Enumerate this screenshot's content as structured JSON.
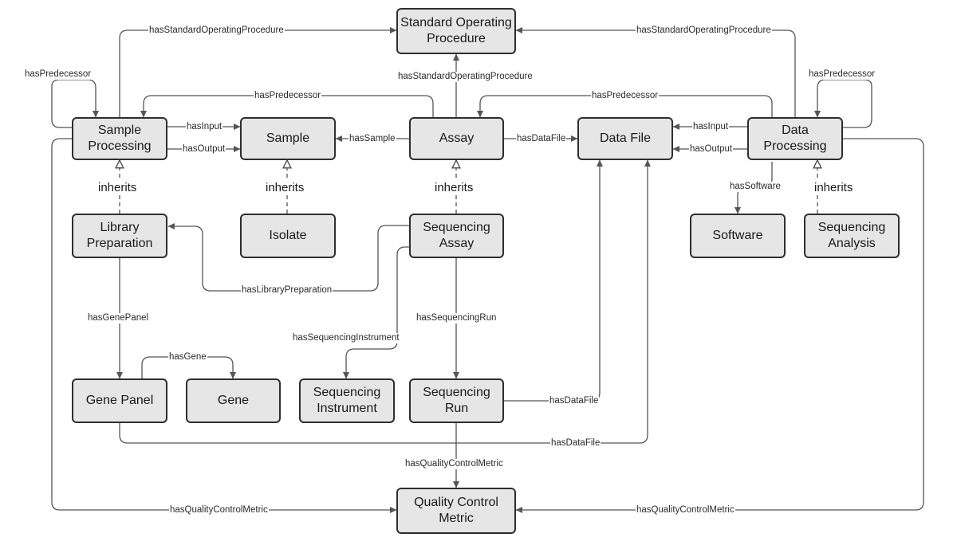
{
  "nodes": {
    "sop": "Standard Operating\nProcedure",
    "sample_processing": "Sample\nProcessing",
    "sample": "Sample",
    "assay": "Assay",
    "data_file": "Data File",
    "data_processing": "Data\nProcessing",
    "library_preparation": "Library\nPreparation",
    "isolate": "Isolate",
    "sequencing_assay": "Sequencing\nAssay",
    "software": "Software",
    "sequencing_analysis": "Sequencing\nAnalysis",
    "gene_panel": "Gene Panel",
    "gene": "Gene",
    "sequencing_instrument": "Sequencing\nInstrument",
    "sequencing_run": "Sequencing\nRun",
    "qc_metric": "Quality Control\nMetric"
  },
  "edges": {
    "sp_sop": "hasStandardOperatingProcedure",
    "dp_sop": "hasStandardOperatingProcedure",
    "assay_sop": "hasStandardOperatingProcedure",
    "sp_pred_self": "hasPredecessor",
    "dp_pred_self": "hasPredecessor",
    "assay_pred_sp": "hasPredecessor",
    "dp_pred_assay": "hasPredecessor",
    "sp_input": "hasInput",
    "sp_output": "hasOutput",
    "assay_sample": "hasSample",
    "assay_datafile": "hasDataFile",
    "dp_input": "hasInput",
    "dp_output": "hasOutput",
    "inherits_lp": "inherits",
    "inherits_isolate": "inherits",
    "inherits_sa": "inherits",
    "dp_software": "hasSoftware",
    "inherits_seqan": "inherits",
    "sa_libprep": "hasLibraryPreparation",
    "lp_genepanel": "hasGenePanel",
    "gp_gene": "hasGene",
    "sa_instrument": "hasSequencingInstrument",
    "sa_run": "hasSequencingRun",
    "run_datafile": "hasDataFile",
    "gp_datafile": "hasDataFile",
    "run_qc": "hasQualityControlMetric",
    "sp_qc": "hasQualityControlMetric",
    "dp_qc": "hasQualityControlMetric"
  },
  "colors": {
    "node_fill": "#e6e6e6",
    "node_border": "#2e2e2e",
    "edge": "#555555",
    "background": "#ffffff"
  }
}
